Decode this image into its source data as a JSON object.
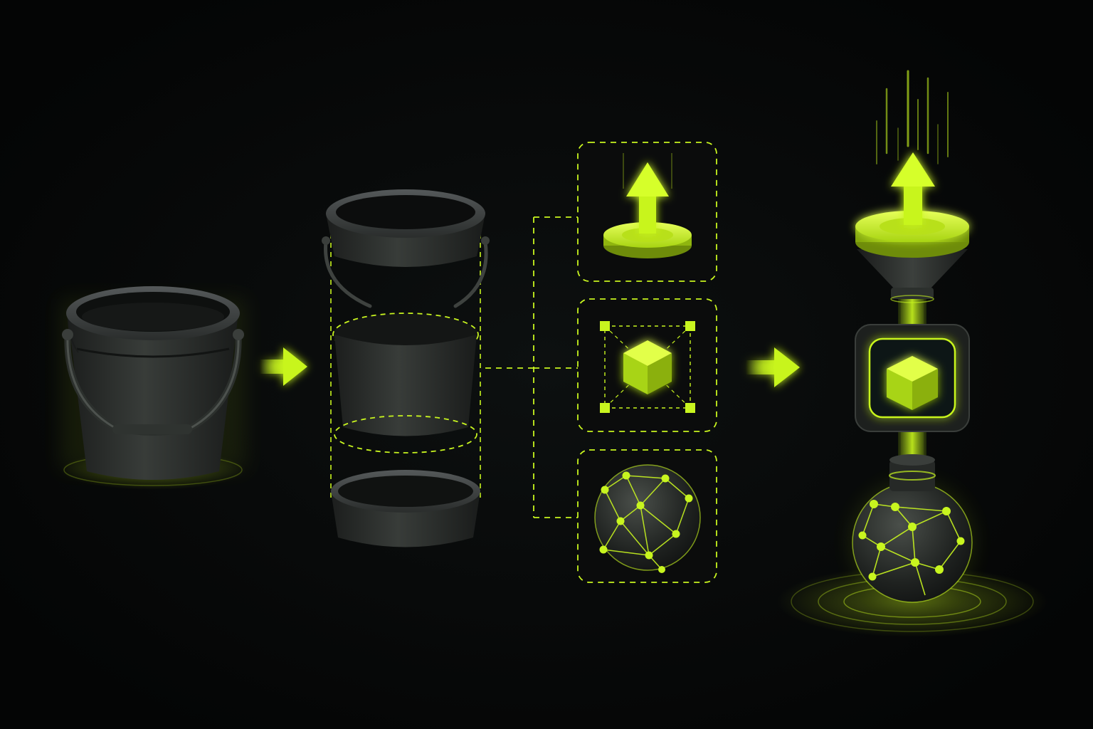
{
  "palette": {
    "background": "#060708",
    "accent": "#c8f51f",
    "accent_dim": "#7f9e12",
    "bucket_dark": "#2a2d2b",
    "bucket_mid": "#3a3e3b",
    "bucket_rim": "#4a4f4b",
    "panel_fill": "#101211"
  },
  "diagram": {
    "nodes": [
      {
        "id": "bucket",
        "icon": "bucket-icon",
        "interactable": false
      },
      {
        "id": "bucket-exploded",
        "icon": "exploded-bucket-icon",
        "parts": [
          "rim",
          "body",
          "base"
        ]
      },
      {
        "id": "upload",
        "icon": "upload-arrow-icon"
      },
      {
        "id": "object",
        "icon": "cube-icon"
      },
      {
        "id": "network",
        "icon": "globe-network-icon"
      },
      {
        "id": "pipeline",
        "icon": "stacked-pipeline-icon",
        "parts": [
          "upload",
          "funnel",
          "cube",
          "globe"
        ]
      }
    ],
    "arrows": [
      {
        "from": "bucket",
        "to": "bucket-exploded",
        "icon": "arrow-right-icon"
      },
      {
        "from": "icon-stack",
        "to": "pipeline",
        "icon": "arrow-right-icon"
      }
    ],
    "connectors": [
      {
        "from": "bucket-exploded",
        "to": "upload",
        "style": "dashed"
      },
      {
        "from": "bucket-exploded",
        "to": "object",
        "style": "dashed"
      },
      {
        "from": "bucket-exploded",
        "to": "network",
        "style": "dashed"
      }
    ]
  }
}
